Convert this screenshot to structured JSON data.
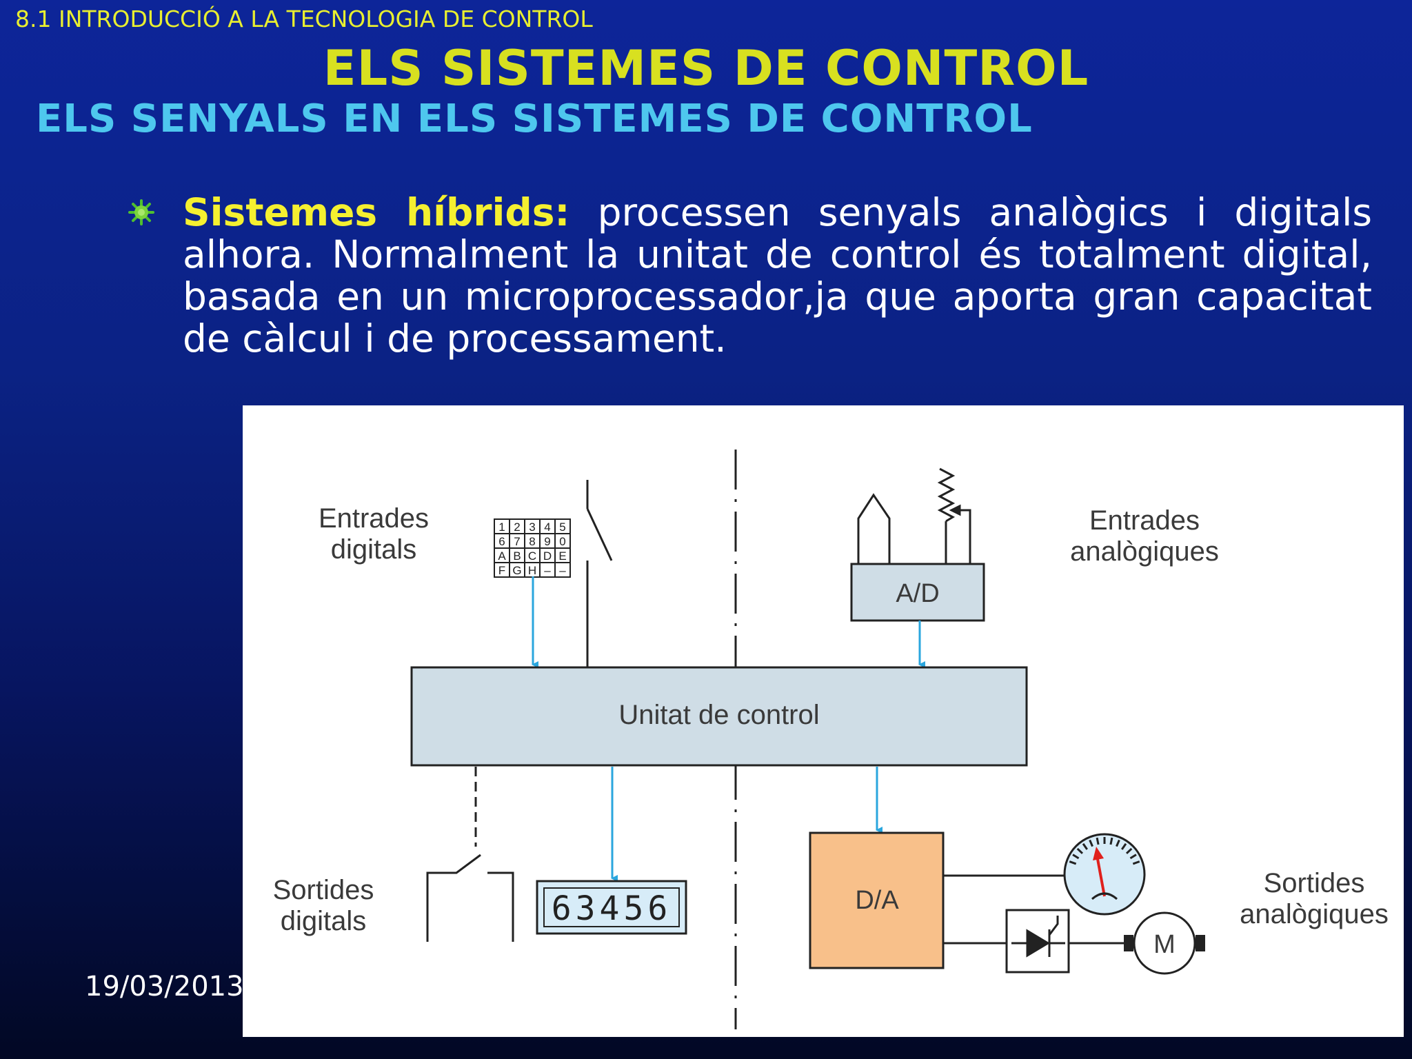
{
  "header": {
    "section": "8.1 INTRODUCCIÓ A LA TECNOLOGIA DE CONTROL",
    "title": "ELS SISTEMES DE CONTROL",
    "subtitle": "ELS SENYALS EN ELS SISTEMES DE CONTROL"
  },
  "bullet": {
    "lead": "Sistemes híbrids:",
    "text": " processen senyals analògics i digitals alhora. Normalment la unitat de control és totalment digital, basada en un microprocessador,ja que aporta gran capacitat de càlcul i de processament."
  },
  "footer": {
    "date": "19/03/2013"
  },
  "diagram": {
    "labels": {
      "digital_inputs_1": "Entrades",
      "digital_inputs_2": "digitals",
      "analog_inputs_1": "Entrades",
      "analog_inputs_2": "analògiques",
      "digital_outputs_1": "Sortides",
      "digital_outputs_2": "digitals",
      "analog_outputs_1": "Sortides",
      "analog_outputs_2": "analògiques",
      "control_unit": "Unitat de control",
      "adc": "A/D",
      "dac": "D/A",
      "display": "63456",
      "motor": "M"
    },
    "keypad": [
      [
        "1",
        "2",
        "3",
        "4",
        "5"
      ],
      [
        "6",
        "7",
        "8",
        "9",
        "0"
      ],
      [
        "A",
        "B",
        "C",
        "D",
        "E"
      ],
      [
        "F",
        "G",
        "H",
        "–",
        "–"
      ]
    ],
    "colors": {
      "arrow": "#2aa6de",
      "control_unit_fill": "#cfdde6",
      "adc_fill": "#cfdde6",
      "dac_fill": "#f8c08a",
      "gauge_fill": "#d7ecf8",
      "needle": "#e0201c"
    }
  }
}
